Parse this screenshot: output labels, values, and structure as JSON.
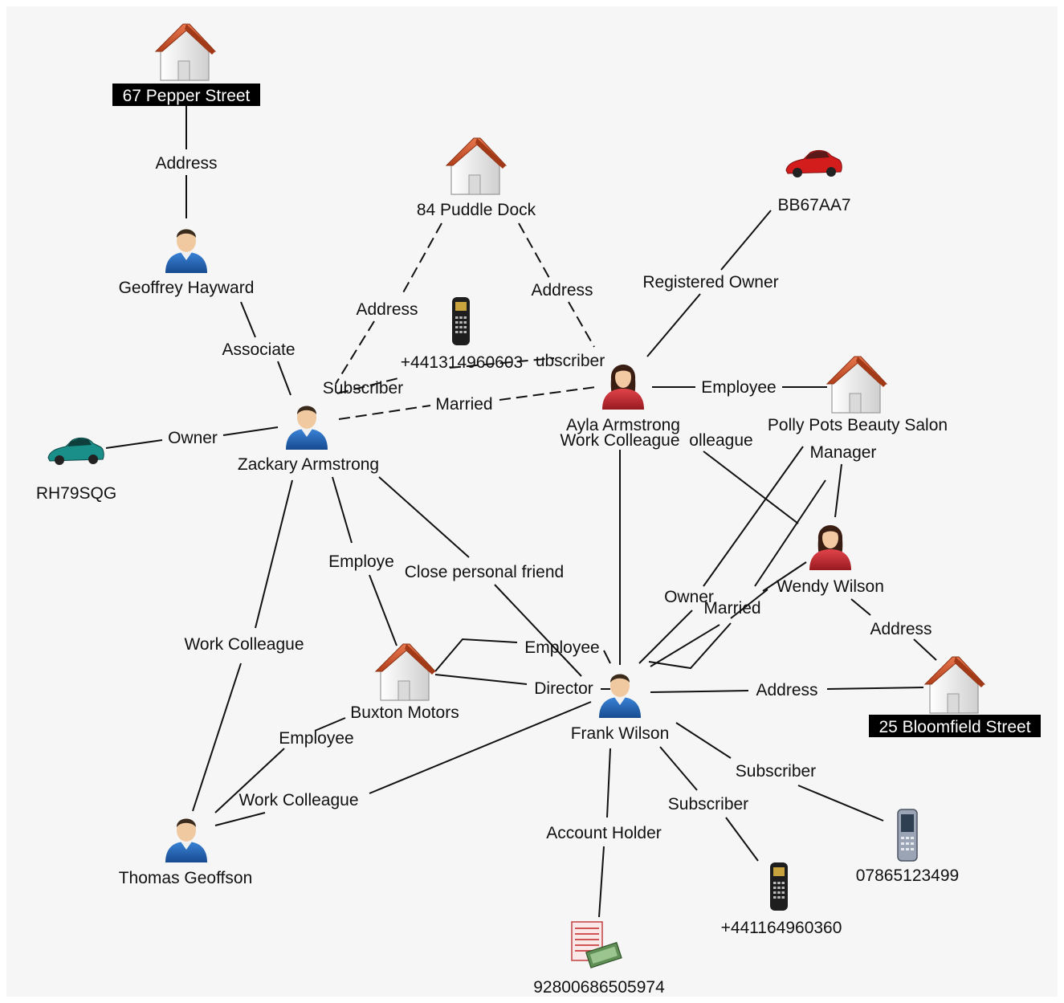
{
  "nodes": [
    {
      "id": "pepper",
      "type": "house",
      "label": "67 Pepper Street",
      "highlight": true
    },
    {
      "id": "geoffrey",
      "type": "person-m",
      "label": "Geoffrey Hayward"
    },
    {
      "id": "puddle",
      "type": "house",
      "label": "84 Puddle Dock"
    },
    {
      "id": "bb67",
      "type": "car-red",
      "label": "BB67AA7"
    },
    {
      "id": "phone1",
      "type": "phone",
      "label": "+441314960603"
    },
    {
      "id": "ayla",
      "type": "person-f",
      "label": "Ayla Armstrong"
    },
    {
      "id": "polly",
      "type": "house",
      "label": "Polly Pots Beauty Salon"
    },
    {
      "id": "zackary",
      "type": "person-m",
      "label": "Zackary Armstrong"
    },
    {
      "id": "rh79",
      "type": "car-teal",
      "label": "RH79SQG"
    },
    {
      "id": "wendy",
      "type": "person-f",
      "label": "Wendy Wilson"
    },
    {
      "id": "buxton",
      "type": "house",
      "label": "Buxton Motors"
    },
    {
      "id": "frank",
      "type": "person-m",
      "label": "Frank Wilson"
    },
    {
      "id": "bloomfield",
      "type": "house",
      "label": "25 Bloomfield Street",
      "highlight": true
    },
    {
      "id": "thomas",
      "type": "person-m",
      "label": "Thomas Geoffson"
    },
    {
      "id": "mobile",
      "type": "mobile",
      "label": "07865123499"
    },
    {
      "id": "phone2",
      "type": "phone",
      "label": "+441164960360"
    },
    {
      "id": "account",
      "type": "account",
      "label": "92800686505974"
    }
  ],
  "edges": [
    {
      "id": "e1",
      "label": "Address"
    },
    {
      "id": "e2",
      "label": "Associate"
    },
    {
      "id": "e3",
      "label": "Address"
    },
    {
      "id": "e4",
      "label": "Address"
    },
    {
      "id": "e5",
      "label": "Registered Owner"
    },
    {
      "id": "e6",
      "label": "Subscriber"
    },
    {
      "id": "e7",
      "label": "ubscriber"
    },
    {
      "id": "e8",
      "label": "Married"
    },
    {
      "id": "e9",
      "label": "Owner"
    },
    {
      "id": "e10",
      "label": "Employee"
    },
    {
      "id": "e11",
      "label": "Work Colleague"
    },
    {
      "id": "e12",
      "label": "olleague"
    },
    {
      "id": "e13",
      "label": "Manager"
    },
    {
      "id": "e14",
      "label": "Employe"
    },
    {
      "id": "e15",
      "label": "Close personal friend"
    },
    {
      "id": "e16",
      "label": "Work Colleague"
    },
    {
      "id": "e17",
      "label": "Owner"
    },
    {
      "id": "e18",
      "label": "Married"
    },
    {
      "id": "e19",
      "label": "Address"
    },
    {
      "id": "e20",
      "label": "Employee"
    },
    {
      "id": "e21",
      "label": "Director"
    },
    {
      "id": "e22",
      "label": "Address"
    },
    {
      "id": "e23",
      "label": "Employee"
    },
    {
      "id": "e24",
      "label": "Work Colleague"
    },
    {
      "id": "e25",
      "label": "Subscriber"
    },
    {
      "id": "e26",
      "label": "Subscriber"
    },
    {
      "id": "e27",
      "label": "Account Holder"
    }
  ],
  "colors": {
    "background": "#f6f6f6",
    "edge": "#111111",
    "label": "#111111",
    "highlight_bg": "#000000",
    "highlight_text": "#ffffff",
    "roof": "#d2542e",
    "house_wall": "#f2f2f2",
    "person_male_shirt": "#1f5fb0",
    "person_female_shirt": "#c1272d",
    "car_red": "#d01818",
    "car_teal": "#178a86"
  }
}
